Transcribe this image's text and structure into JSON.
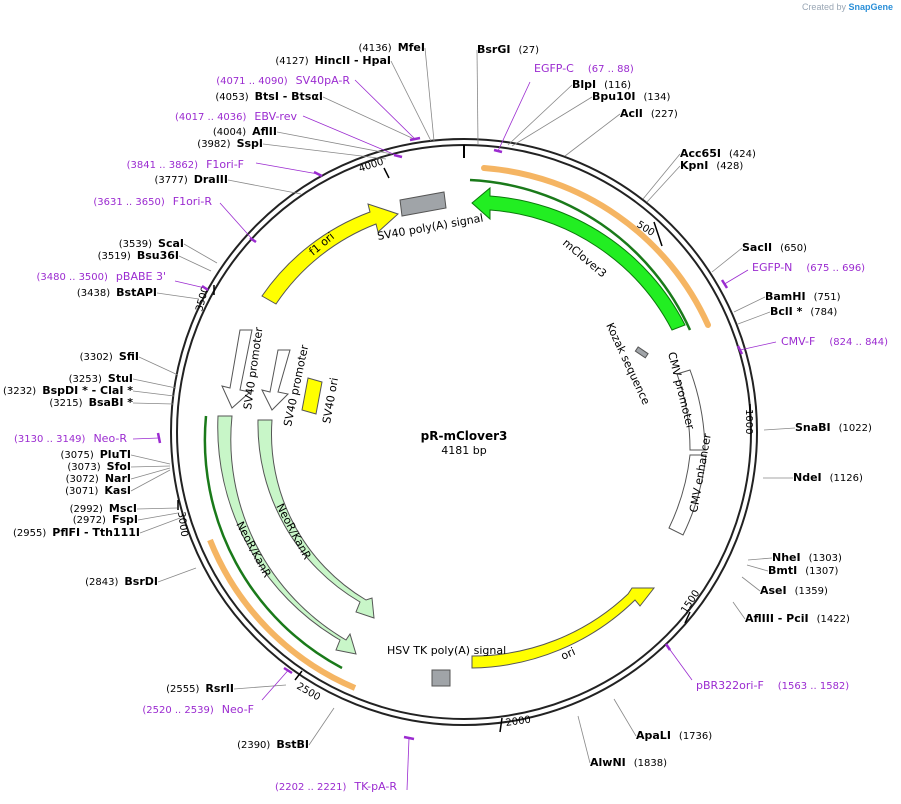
{
  "watermark": {
    "prefix": "Created by",
    "brand": "SnapGene"
  },
  "plasmid": {
    "name": "pR-mClover3",
    "size_label": "4181 bp",
    "length": 4181
  },
  "colors": {
    "primer": "#9b2bd0",
    "yellow": "#ffff00",
    "green": "#22ee22",
    "light_green": "#c8f6c8",
    "orange": "#f5a623",
    "gray": "#a0a4a8",
    "backbone": "#222222"
  },
  "ticks": [
    "500",
    "1000",
    "1500",
    "2000",
    "2500",
    "3000",
    "3500",
    "4000"
  ],
  "sites": [
    {
      "name": "BsrGI",
      "pos": "(27)"
    },
    {
      "name": "BlpI",
      "pos": "(116)"
    },
    {
      "name": "Bpu10I",
      "pos": "(134)"
    },
    {
      "name": "AclI",
      "pos": "(227)"
    },
    {
      "name": "Acc65I",
      "pos": "(424)"
    },
    {
      "name": "KpnI",
      "pos": "(428)"
    },
    {
      "name": "SacII",
      "pos": "(650)"
    },
    {
      "name": "BamHI",
      "pos": "(751)"
    },
    {
      "name": "BclI *",
      "pos": "(784)"
    },
    {
      "name": "SnaBI",
      "pos": "(1022)"
    },
    {
      "name": "NdeI",
      "pos": "(1126)"
    },
    {
      "name": "NheI",
      "pos": "(1303)"
    },
    {
      "name": "BmtI",
      "pos": "(1307)"
    },
    {
      "name": "AseI",
      "pos": "(1359)"
    },
    {
      "name": "AflIII  - PciI",
      "pos": "(1422)"
    },
    {
      "name": "ApaLI",
      "pos": "(1736)"
    },
    {
      "name": "AlwNI",
      "pos": "(1838)"
    },
    {
      "name": "BstBI",
      "pos": "(2390)"
    },
    {
      "name": "RsrII",
      "pos": "(2555)"
    },
    {
      "name": "BsrDI",
      "pos": "(2843)"
    },
    {
      "name": "PflFI  - Tth111I",
      "pos": "(2955)"
    },
    {
      "name": "FspI",
      "pos": "(2972)"
    },
    {
      "name": "MscI",
      "pos": "(2992)"
    },
    {
      "name": "KasI",
      "pos": "(3071)"
    },
    {
      "name": "NarI",
      "pos": "(3072)"
    },
    {
      "name": "SfoI",
      "pos": "(3073)"
    },
    {
      "name": "PluTI",
      "pos": "(3075)"
    },
    {
      "name": "BsaBI *",
      "pos": "(3215)"
    },
    {
      "name": "BspDI *  - ClaI *",
      "pos": "(3232)"
    },
    {
      "name": "StuI",
      "pos": "(3253)"
    },
    {
      "name": "SfiI",
      "pos": "(3302)"
    },
    {
      "name": "BstAPI",
      "pos": "(3438)"
    },
    {
      "name": "Bsu36I",
      "pos": "(3519)"
    },
    {
      "name": "ScaI",
      "pos": "(3539)"
    },
    {
      "name": "DraIII",
      "pos": "(3777)"
    },
    {
      "name": "SspI",
      "pos": "(3982)"
    },
    {
      "name": "AflII",
      "pos": "(4004)"
    },
    {
      "name": "BtsI  - BtsαI",
      "pos": "(4053)"
    },
    {
      "name": "HincII  - HpaI",
      "pos": "(4127)"
    },
    {
      "name": "MfeI",
      "pos": "(4136)"
    }
  ],
  "primers": [
    {
      "name": "EGFP-C",
      "range": "(67 .. 88)"
    },
    {
      "name": "EGFP-N",
      "range": "(675 .. 696)"
    },
    {
      "name": "CMV-F",
      "range": "(824 .. 844)"
    },
    {
      "name": "pBR322ori-F",
      "range": "(1563 .. 1582)"
    },
    {
      "name": "TK-pA-R",
      "range": "(2202 .. 2221)"
    },
    {
      "name": "Neo-F",
      "range": "(2520 .. 2539)"
    },
    {
      "name": "Neo-R",
      "range": "(3130 .. 3149)"
    },
    {
      "name": "pBABE 3'",
      "range": "(3480 .. 3500)"
    },
    {
      "name": "F1ori-R",
      "range": "(3631 .. 3650)"
    },
    {
      "name": "F1ori-F",
      "range": "(3841 .. 3862)"
    },
    {
      "name": "EBV-rev",
      "range": "(4017 .. 4036)"
    },
    {
      "name": "SV40pA-R",
      "range": "(4071 .. 4090)"
    }
  ],
  "features": [
    {
      "name": "mClover3"
    },
    {
      "name": "Kozak sequence"
    },
    {
      "name": "CMV promoter"
    },
    {
      "name": "CMV enhancer"
    },
    {
      "name": "ori"
    },
    {
      "name": "HSV TK poly(A) signal"
    },
    {
      "name": "NeoR/KanR"
    },
    {
      "name": "NeoR/KanR"
    },
    {
      "name": "SV40 ori"
    },
    {
      "name": "SV40 promoter"
    },
    {
      "name": "SV40 promoter"
    },
    {
      "name": "f1 ori"
    },
    {
      "name": "SV40 poly(A) signal"
    }
  ]
}
